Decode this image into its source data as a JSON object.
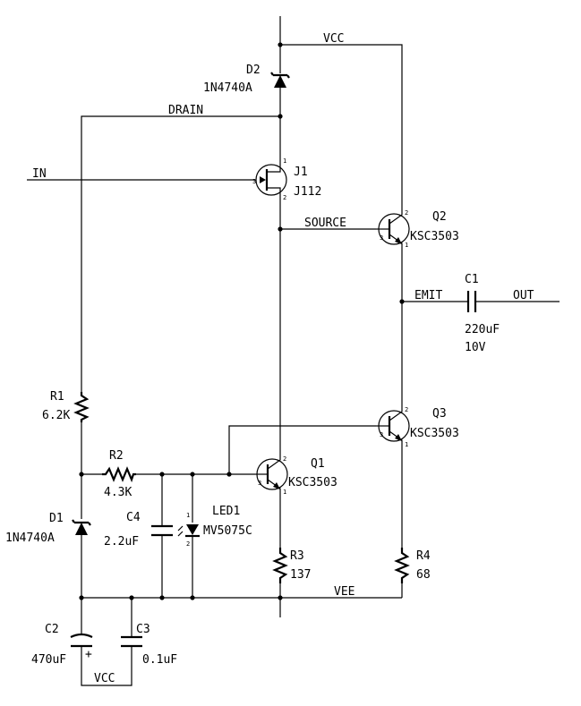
{
  "nets": {
    "vcc_top": "VCC",
    "drain": "DRAIN",
    "in": "IN",
    "source": "SOURCE",
    "emit": "EMIT",
    "out": "OUT",
    "vee": "VEE",
    "vcc_bottom": "VCC"
  },
  "components": {
    "d2": {
      "ref": "D2",
      "value": "1N4740A"
    },
    "j1": {
      "ref": "J1",
      "value": "J112"
    },
    "q2": {
      "ref": "Q2",
      "value": "KSC3503"
    },
    "c1": {
      "ref": "C1",
      "value": "220uF",
      "rating": "10V"
    },
    "q3": {
      "ref": "Q3",
      "value": "KSC3503"
    },
    "r1": {
      "ref": "R1",
      "value": "6.2K"
    },
    "r2": {
      "ref": "R2",
      "value": "4.3K"
    },
    "q1": {
      "ref": "Q1",
      "value": "KSC3503"
    },
    "c4": {
      "ref": "C4",
      "value": "2.2uF"
    },
    "led1": {
      "ref": "LED1",
      "value": "MV5075C"
    },
    "d1": {
      "ref": "D1",
      "value": "1N4740A"
    },
    "r3": {
      "ref": "R3",
      "value": "137"
    },
    "r4": {
      "ref": "R4",
      "value": "68"
    },
    "c2": {
      "ref": "C2",
      "value": "470uF",
      "polarity": "+"
    },
    "c3": {
      "ref": "C3",
      "value": "0.1uF"
    }
  },
  "pins": {
    "one": "1",
    "two": "2",
    "three": "3"
  }
}
